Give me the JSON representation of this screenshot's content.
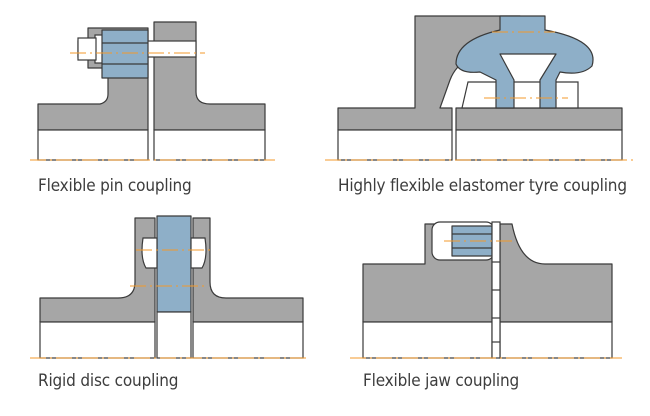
{
  "colors": {
    "steel": "#a6a6a6",
    "elastomer": "#8eafc8",
    "outline": "#3a3a3a",
    "centerline": "#f39a2b"
  },
  "captions": {
    "flexible_pin": "Flexible pin coupling",
    "elastomer_tyre": "Highly flexible elastomer tyre coupling",
    "rigid_disc": "Rigid disc coupling",
    "flexible_jaw": "Flexible jaw coupling"
  }
}
